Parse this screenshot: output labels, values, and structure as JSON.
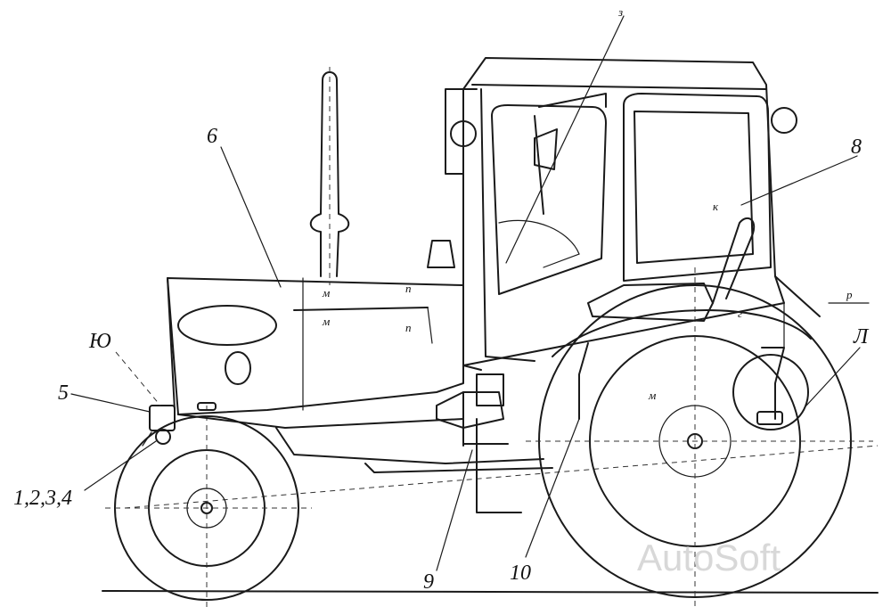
{
  "callouts": {
    "c6": "6",
    "c8": "8",
    "c9": "9",
    "c10": "10",
    "c5": "5",
    "c1234": "1,2,3,4",
    "cYu": "Ю",
    "cL": "Л",
    "cTop": "з"
  },
  "markers": {
    "m1": "м",
    "m2": "м",
    "m3": "м",
    "p1": "п",
    "p2": "п",
    "k": "к",
    "g": "г",
    "r": "р"
  },
  "watermark": "AutoSoft"
}
